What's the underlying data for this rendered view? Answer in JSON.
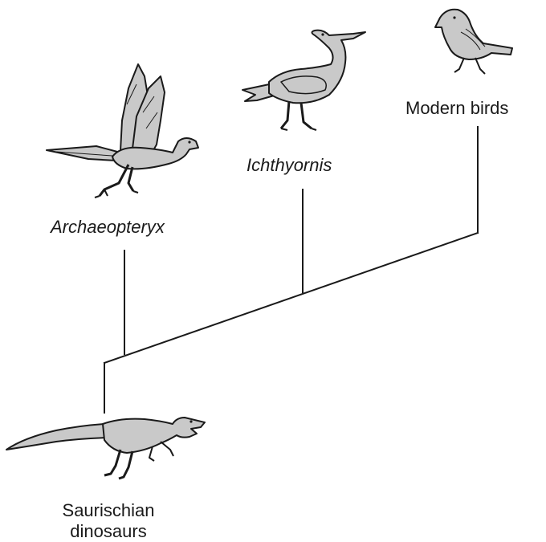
{
  "diagram": {
    "type": "cladogram",
    "taxa": {
      "archaeopteryx": "Archaeopteryx",
      "ichthyornis": "Ichthyornis",
      "modern_birds": "Modern birds",
      "saurischian_line1": "Saurischian",
      "saurischian_line2": "dinosaurs"
    },
    "colors": {
      "line": "#1a1a1a",
      "animal_fill": "#c9c9c9",
      "animal_outline": "#1a1a1a",
      "background": "#ffffff"
    }
  }
}
